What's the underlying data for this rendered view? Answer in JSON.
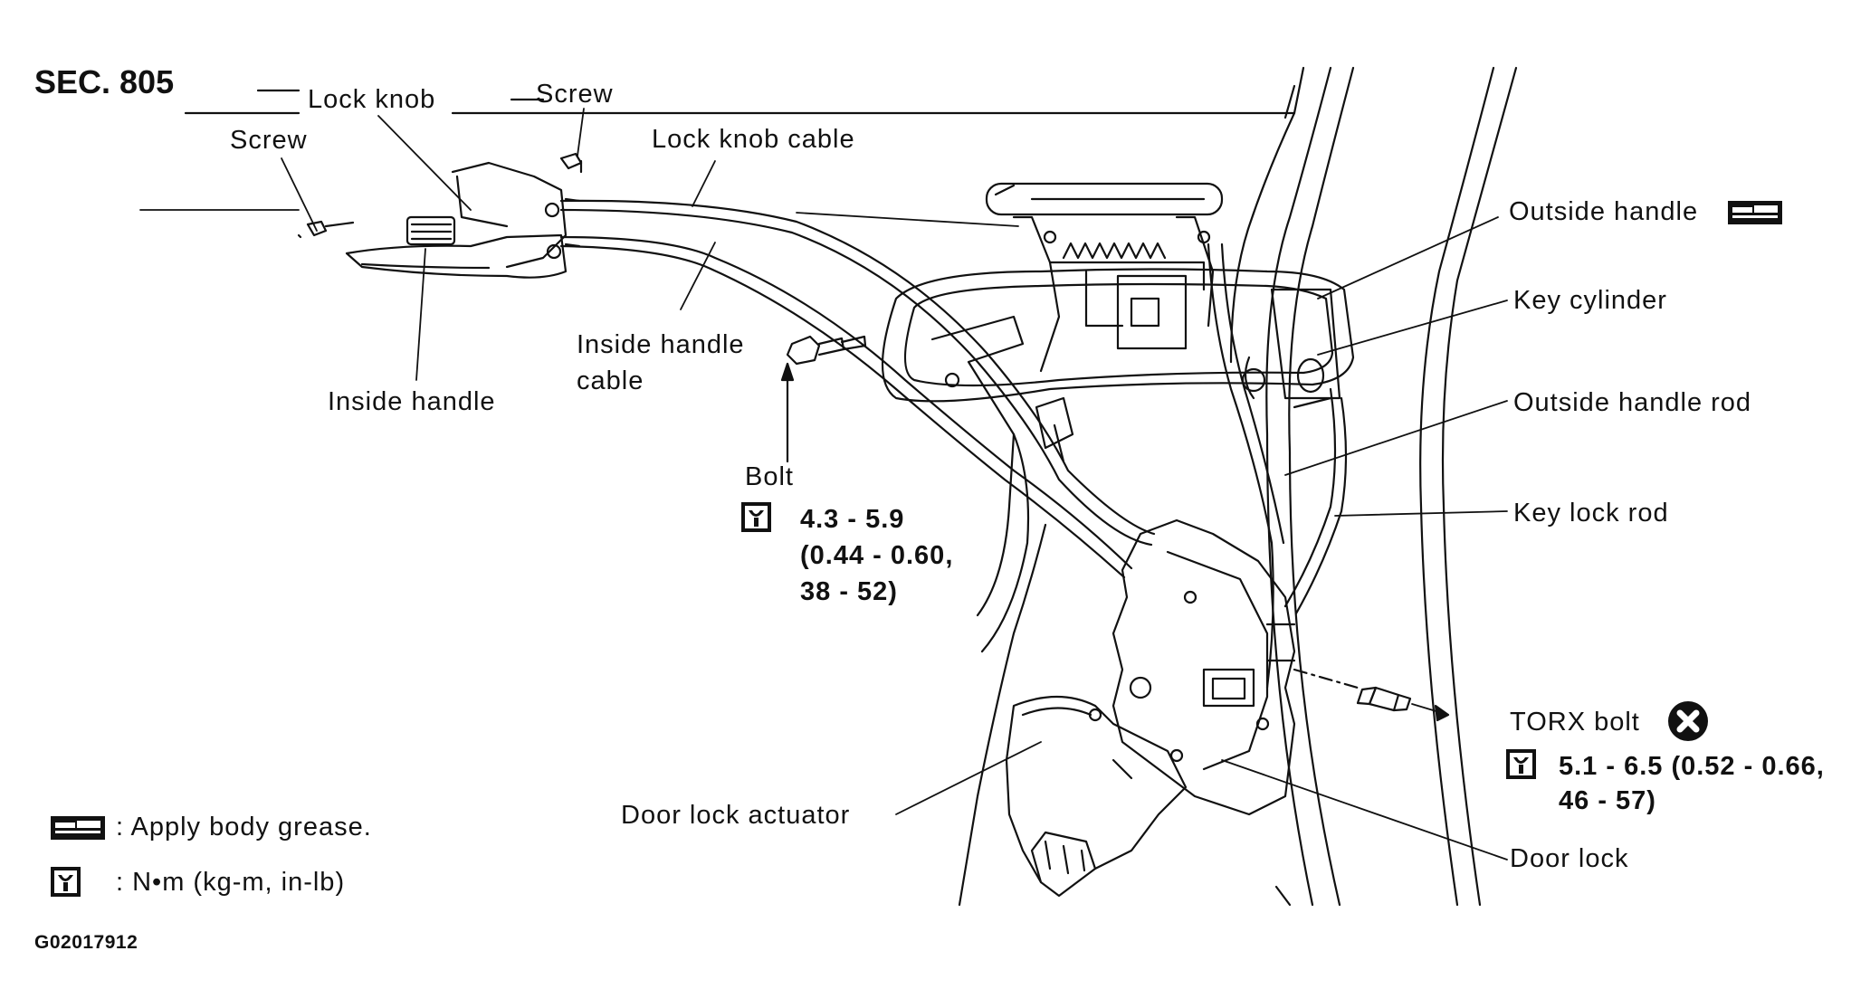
{
  "section": "SEC. 805",
  "figure_code": "G02017912",
  "labels": {
    "lock_knob": "Lock knob",
    "screw_top": "Screw",
    "screw_left": "Screw",
    "lock_knob_cable": "Lock knob cable",
    "inside_handle": "Inside handle",
    "inside_handle_cable_1": "Inside handle",
    "inside_handle_cable_2": "cable",
    "bolt": "Bolt",
    "outside_handle": "Outside handle",
    "key_cylinder": "Key cylinder",
    "outside_handle_rod": "Outside handle rod",
    "key_lock_rod": "Key lock rod",
    "torx_bolt": "TORX bolt",
    "door_lock_actuator": "Door lock actuator",
    "door_lock": "Door lock"
  },
  "torques": {
    "bolt_line1": "4.3 - 5.9",
    "bolt_line2": "(0.44 - 0.60,",
    "bolt_line3": "38 - 52)",
    "torx_line1": "5.1 - 6.5 (0.52 - 0.66,",
    "torx_line2": "46 - 57)"
  },
  "legend": {
    "grease": ": Apply body grease.",
    "torque_unit": ": N•m (kg-m, in-lb)"
  },
  "icons": [
    "body-grease-icon",
    "torque-wrench-icon",
    "do-not-reuse-icon"
  ]
}
